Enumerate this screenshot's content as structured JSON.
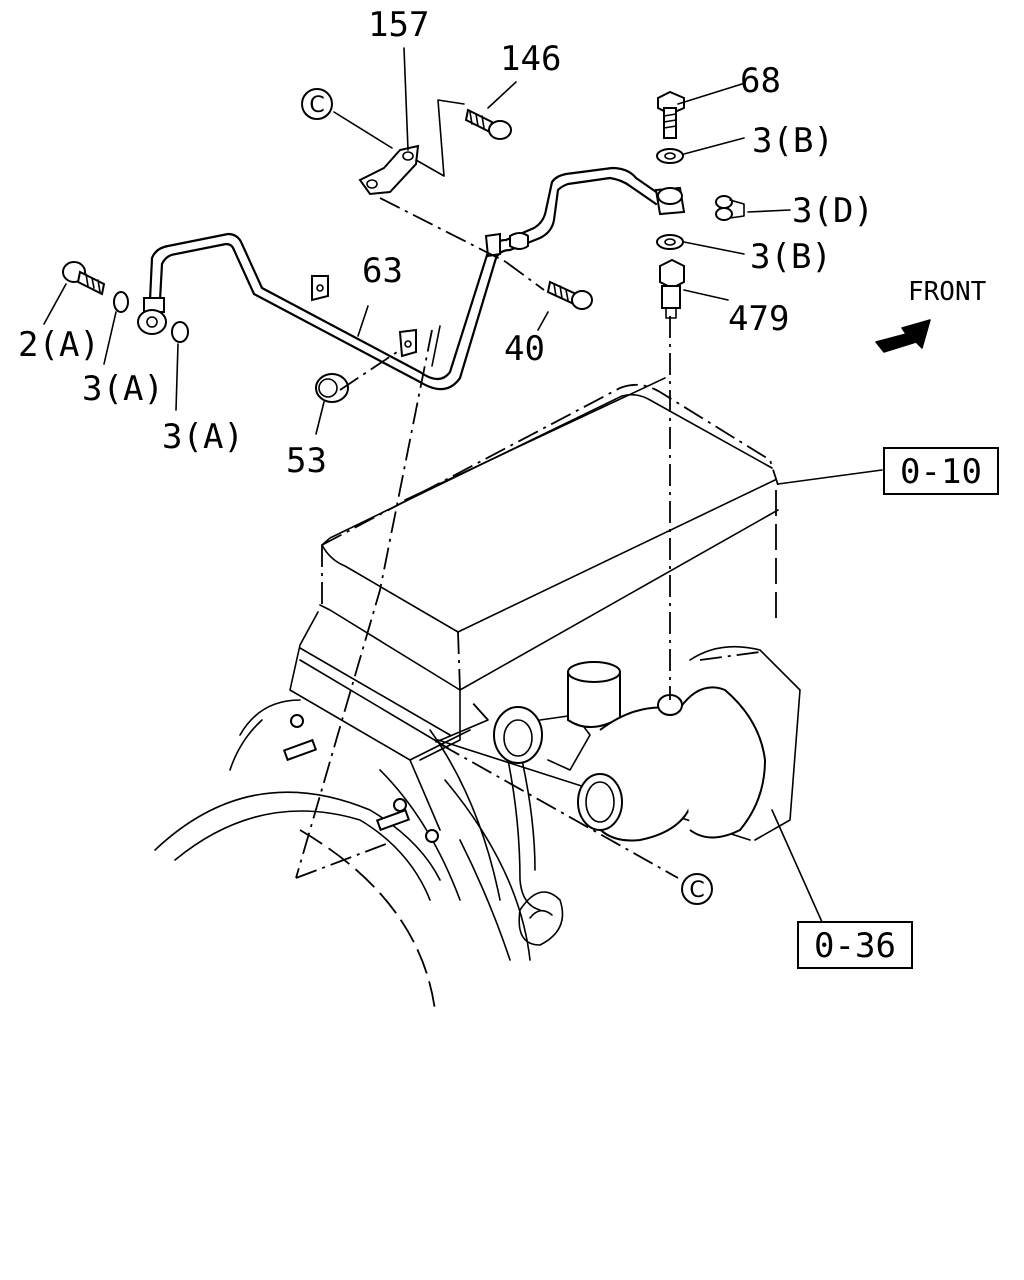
{
  "part_labels": {
    "p157": "157",
    "p146": "146",
    "p68": "68",
    "p3b_top": "3(B)",
    "p3d": "3(D)",
    "p3b_bottom": "3(B)",
    "p479": "479",
    "p63": "63",
    "p40": "40",
    "p53": "53",
    "p2a": "2(A)",
    "p3a_1": "3(A)",
    "p3a_2": "3(A)"
  },
  "reference_boxes": {
    "ref_010": "0-10",
    "ref_036": "0-36"
  },
  "callout_circles": {
    "c_top": "C",
    "c_bottom": "C"
  },
  "direction": {
    "label": "FRONT",
    "arrow_icon": "front-arrow-icon"
  }
}
